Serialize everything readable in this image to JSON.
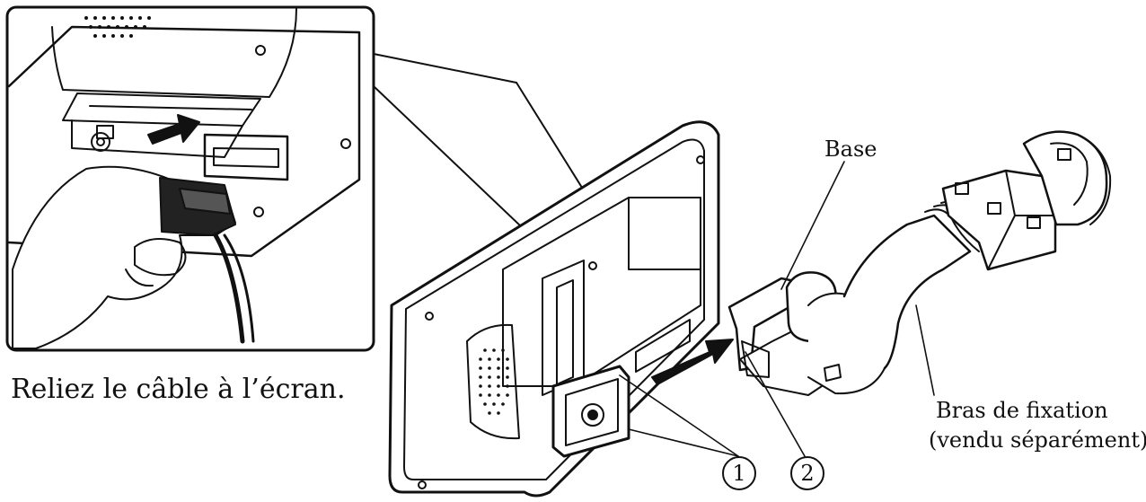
{
  "caption": "Reliez le câble à l’écran.",
  "labels": {
    "base": "Base",
    "mounting_arm_line1": "Bras de fixation",
    "mounting_arm_line2": "(vendu séparément)"
  },
  "callouts": [
    "1",
    "2"
  ],
  "colors": {
    "ink": "#111111",
    "paper": "#ffffff"
  }
}
